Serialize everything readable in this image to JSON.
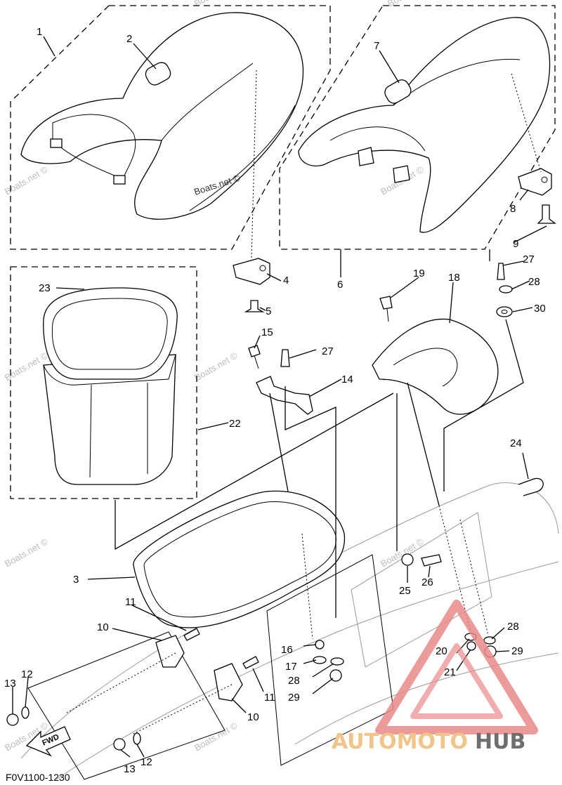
{
  "callouts": [
    {
      "id": "c1",
      "label": "1"
    },
    {
      "id": "c2",
      "label": "2"
    },
    {
      "id": "c3",
      "label": "3"
    },
    {
      "id": "c4",
      "label": "4"
    },
    {
      "id": "c5",
      "label": "5"
    },
    {
      "id": "c6",
      "label": "6"
    },
    {
      "id": "c7",
      "label": "7"
    },
    {
      "id": "c8",
      "label": "8"
    },
    {
      "id": "c9",
      "label": "9"
    },
    {
      "id": "c10a",
      "label": "10"
    },
    {
      "id": "c10b",
      "label": "10"
    },
    {
      "id": "c11a",
      "label": "11"
    },
    {
      "id": "c11b",
      "label": "11"
    },
    {
      "id": "c12a",
      "label": "12"
    },
    {
      "id": "c12b",
      "label": "12"
    },
    {
      "id": "c13a",
      "label": "13"
    },
    {
      "id": "c13b",
      "label": "13"
    },
    {
      "id": "c14",
      "label": "14"
    },
    {
      "id": "c15",
      "label": "15"
    },
    {
      "id": "c16",
      "label": "16"
    },
    {
      "id": "c17",
      "label": "17"
    },
    {
      "id": "c18",
      "label": "18"
    },
    {
      "id": "c19",
      "label": "19"
    },
    {
      "id": "c20",
      "label": "20"
    },
    {
      "id": "c21",
      "label": "21"
    },
    {
      "id": "c22",
      "label": "22"
    },
    {
      "id": "c23",
      "label": "23"
    },
    {
      "id": "c24",
      "label": "24"
    },
    {
      "id": "c25",
      "label": "25"
    },
    {
      "id": "c26",
      "label": "26"
    },
    {
      "id": "c27a",
      "label": "27"
    },
    {
      "id": "c27b",
      "label": "27"
    },
    {
      "id": "c28a",
      "label": "28"
    },
    {
      "id": "c28b",
      "label": "28"
    },
    {
      "id": "c28c",
      "label": "28"
    },
    {
      "id": "c29a",
      "label": "29"
    },
    {
      "id": "c29b",
      "label": "29"
    },
    {
      "id": "c30",
      "label": "30"
    }
  ],
  "watermark": "Boats.net ©",
  "seat_print": "Boats.net ©",
  "diagram_code": "F0V1100-1230",
  "fwd_label": "FWD",
  "logo": {
    "part1": "AUTOMOTO",
    "part2": "HUB",
    "accent": "#e98a8a",
    "letters": "#f1c58a",
    "dark": "#6e6e6e"
  }
}
